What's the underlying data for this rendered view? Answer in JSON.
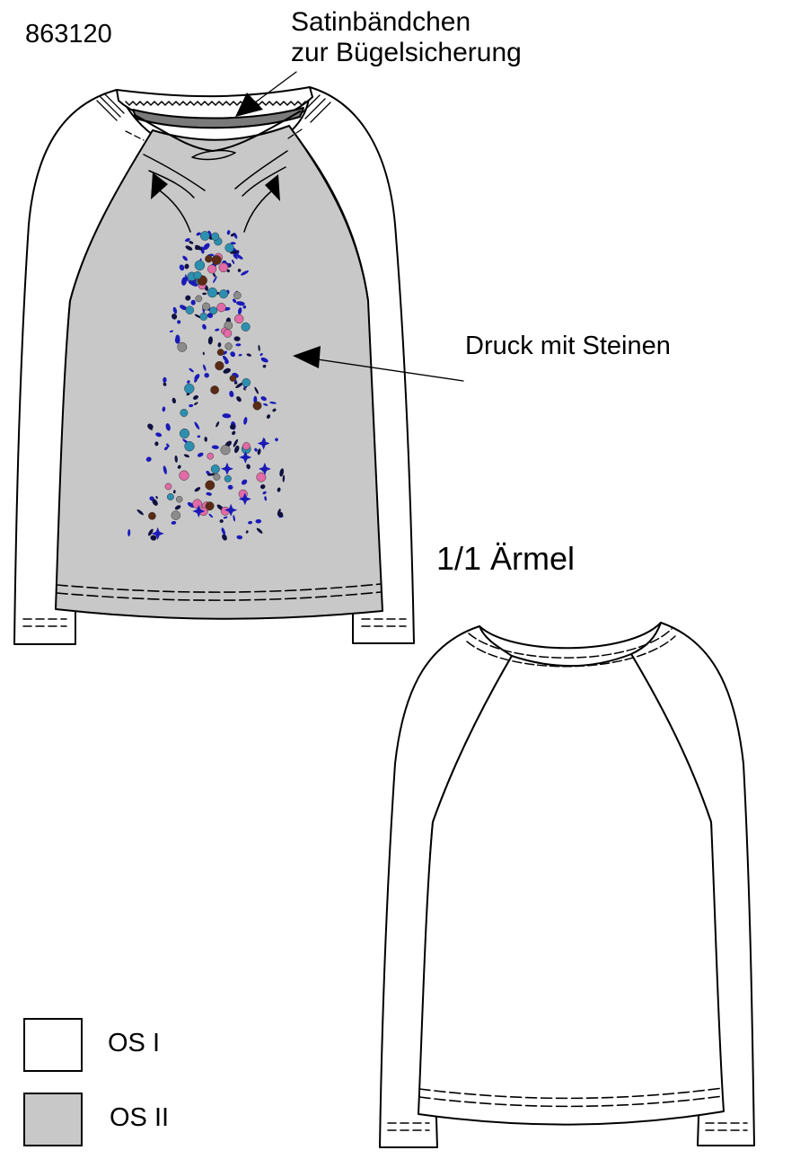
{
  "style_number": "863120",
  "callouts": {
    "satin_line1": "Satinbändchen",
    "satin_line2": "zur Bügelsicherung",
    "print": "Druck mit Steinen"
  },
  "sleeve_label": "1/1 Ärmel",
  "legend": [
    {
      "label": "OS I",
      "color": "#ffffff"
    },
    {
      "label": "OS II",
      "color": "#c8c8c8"
    }
  ],
  "colors": {
    "outline": "#000000",
    "gray_panel": "#c8c8c8",
    "satin_tape": "#7a7a7a",
    "stone_pink": "#e26aa6",
    "stone_teal": "#2c8fb0",
    "stone_gray": "#8c8c8c",
    "stone_brown": "#5a2a14",
    "print_blue": "#1a1ab8"
  }
}
